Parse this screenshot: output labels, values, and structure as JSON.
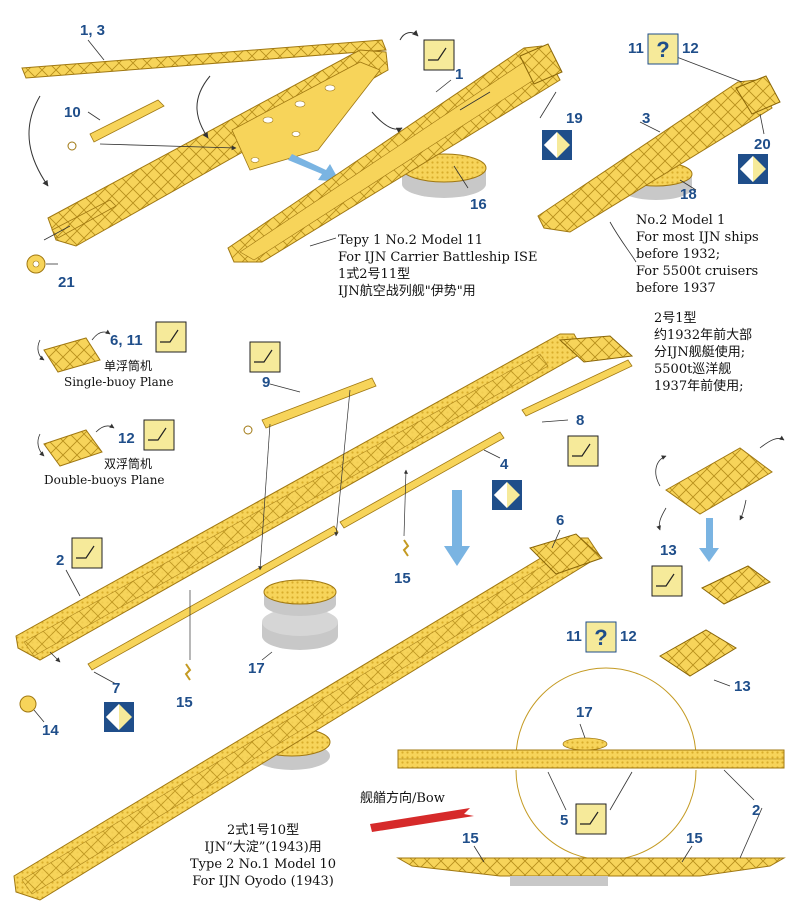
{
  "colors": {
    "brass": "#f7d45a",
    "brass_dark": "#c49a22",
    "label_blue": "#1f4e8a",
    "arrow_blue": "#7ab4e2",
    "bow_arrow": "#d62a2a",
    "icon_fill": "#f6ea9a"
  },
  "callouts": {
    "c_1_3": "1, 3",
    "c_1": "1",
    "c_10": "10",
    "c_11a": "11",
    "c_12a": "12",
    "c_19": "19",
    "c_3": "3",
    "c_20": "20",
    "c_16": "16",
    "c_18": "18",
    "c_21": "21",
    "c_6_11": "6, 11",
    "c_12b": "12",
    "c_9": "9",
    "c_8": "8",
    "c_4": "4",
    "c_2a": "2",
    "c_15a": "15",
    "c_6": "6",
    "c_13a": "13",
    "c_17a": "17",
    "c_7": "7",
    "c_15b": "15",
    "c_14": "14",
    "c_11b": "11",
    "c_12c": "12",
    "c_13b": "13",
    "c_17b": "17",
    "c_5": "5",
    "c_2b": "2",
    "c_15c": "15",
    "c_15d": "15"
  },
  "captions": {
    "ise": [
      "Tepy 1 No.2 Model 11",
      "For IJN Carrier Battleship ISE",
      "1式2号11型",
      "IJN航空战列舰\"伊势\"用"
    ],
    "model1_en": [
      "No.2 Model 1",
      "For most IJN ships",
      "before 1932;",
      "For 5500t cruisers",
      "before 1937"
    ],
    "model1_cn": [
      "2号1型",
      "约1932年前大部",
      "分IJN舰艇使用;",
      "5500t巡洋舰",
      "1937年前使用;"
    ],
    "single_buoy_cn": "单浮筒机",
    "single_buoy_en": "Single-buoy Plane",
    "double_buoy_cn": "双浮筒机",
    "double_buoy_en": "Double-buoys Plane",
    "bow": "舰艏方向/Bow",
    "oyodo": [
      "2式1号10型",
      "IJN“大淀”(1943)用",
      "Type 2 No.1 Model 10",
      "For IJN Oyodo (1943)"
    ]
  },
  "icons": {
    "bend": "bend-instruction-icon",
    "fold": "fold-instruction-icon",
    "optional": "question-mark-optional-icon"
  }
}
